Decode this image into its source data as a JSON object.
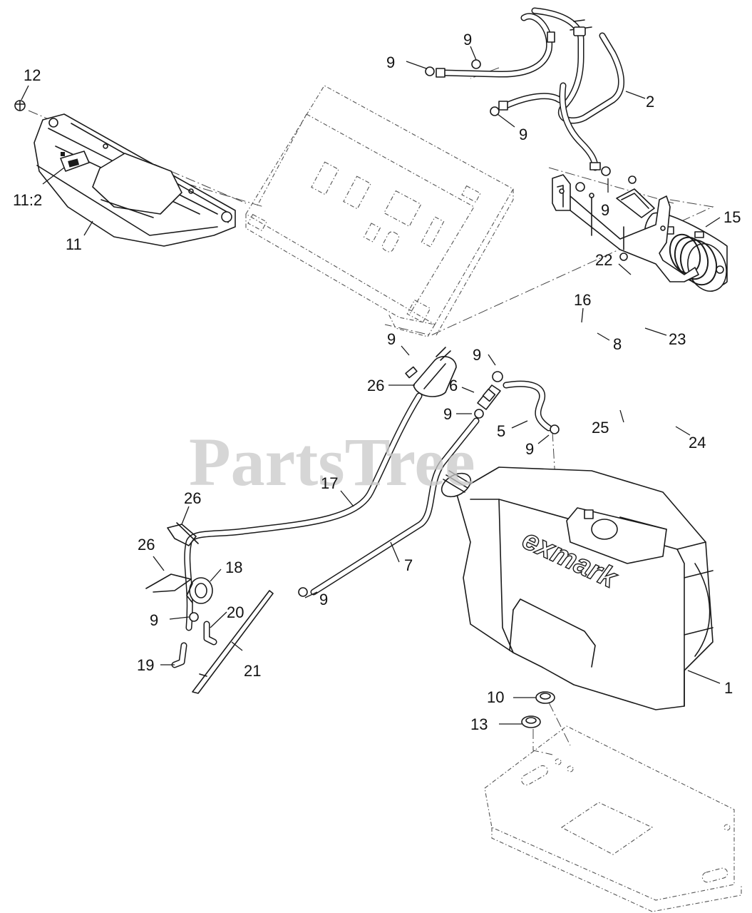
{
  "watermark": "PartsTree",
  "tank_logo": "exmark",
  "callouts": [
    {
      "id": "c12",
      "label": "12"
    },
    {
      "id": "c11-2",
      "label": "11:2"
    },
    {
      "id": "c11",
      "label": "11"
    },
    {
      "id": "c9a",
      "label": "9"
    },
    {
      "id": "c9b",
      "label": "9"
    },
    {
      "id": "c2",
      "label": "2"
    },
    {
      "id": "c9c",
      "label": "9"
    },
    {
      "id": "c9d",
      "label": "9"
    },
    {
      "id": "c15",
      "label": "15"
    },
    {
      "id": "c22",
      "label": "22"
    },
    {
      "id": "c16",
      "label": "16"
    },
    {
      "id": "c8",
      "label": "8"
    },
    {
      "id": "c23",
      "label": "23"
    },
    {
      "id": "c25",
      "label": "25"
    },
    {
      "id": "c24",
      "label": "24"
    },
    {
      "id": "c9e",
      "label": "9"
    },
    {
      "id": "c26a",
      "label": "26"
    },
    {
      "id": "c9f",
      "label": "9"
    },
    {
      "id": "c6",
      "label": "6"
    },
    {
      "id": "c9g",
      "label": "9"
    },
    {
      "id": "c5",
      "label": "5"
    },
    {
      "id": "c9h",
      "label": "9"
    },
    {
      "id": "c17",
      "label": "17"
    },
    {
      "id": "c26b",
      "label": "26"
    },
    {
      "id": "c26c",
      "label": "26"
    },
    {
      "id": "c18",
      "label": "18"
    },
    {
      "id": "c7",
      "label": "7"
    },
    {
      "id": "c9i",
      "label": "9"
    },
    {
      "id": "c9j",
      "label": "9"
    },
    {
      "id": "c20",
      "label": "20"
    },
    {
      "id": "c19",
      "label": "19"
    },
    {
      "id": "c21",
      "label": "21"
    },
    {
      "id": "c1",
      "label": "1"
    },
    {
      "id": "c10",
      "label": "10"
    },
    {
      "id": "c13",
      "label": "13"
    }
  ]
}
